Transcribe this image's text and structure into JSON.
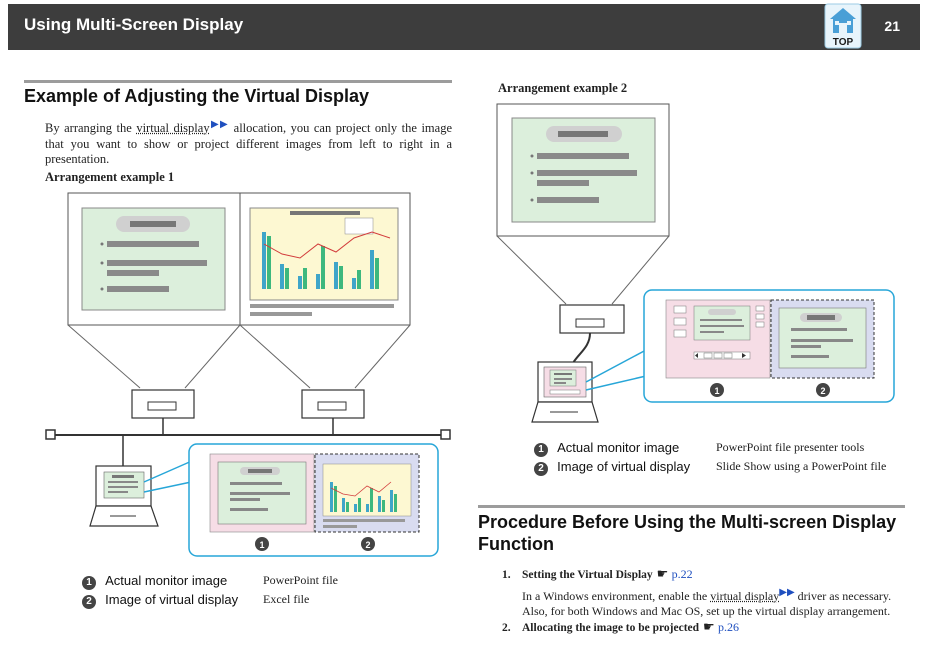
{
  "header": {
    "title": "Using Multi-Screen Display",
    "page_number": "21",
    "top_label": "TOP"
  },
  "left": {
    "heading": "Example of Adjusting the Virtual Display",
    "intro_pre": "By arranging the ",
    "intro_link": "virtual display",
    "intro_post": " allocation, you can project only the image that you want to show or project different images from left to right in a presentation.",
    "example1_title": "Arrangement example 1",
    "legend": [
      {
        "num": "1",
        "label": "Actual monitor image",
        "value": "PowerPoint file"
      },
      {
        "num": "2",
        "label": "Image of virtual display",
        "value": "Excel file"
      }
    ]
  },
  "right": {
    "example2_title": "Arrangement example 2",
    "legend": [
      {
        "num": "1",
        "label": "Actual monitor image",
        "value": "PowerPoint file presenter tools"
      },
      {
        "num": "2",
        "label": "Image of virtual display",
        "value": "Slide Show using a PowerPoint file"
      }
    ],
    "heading": "Procedure Before Using the Multi-screen Display Function",
    "steps": [
      {
        "num": "1.",
        "title": "Setting the Virtual Display",
        "ref": "p.22",
        "desc_pre": "In a Windows environment, enable the ",
        "desc_link": "virtual display",
        "desc_post": " driver as necessary. Also, for both Windows and Mac OS, set up the virtual display arrangement."
      },
      {
        "num": "2.",
        "title": "Allocating the image to be projected",
        "ref": "p.26"
      }
    ]
  },
  "colors": {
    "header_bg": "#3d3d3d",
    "link_blue": "#1f4fbf",
    "callout_cyan": "#27a6d8",
    "slide_green": "#dcefdc",
    "chart_yellow": "#fdf8d2",
    "panel_pink": "#f6dde6",
    "panel_lavender": "#d9dcf0"
  },
  "icons": {
    "top": "home-top-icon",
    "link_arrow": "double-arrow-icon",
    "reference": "pointing-hand-icon"
  }
}
